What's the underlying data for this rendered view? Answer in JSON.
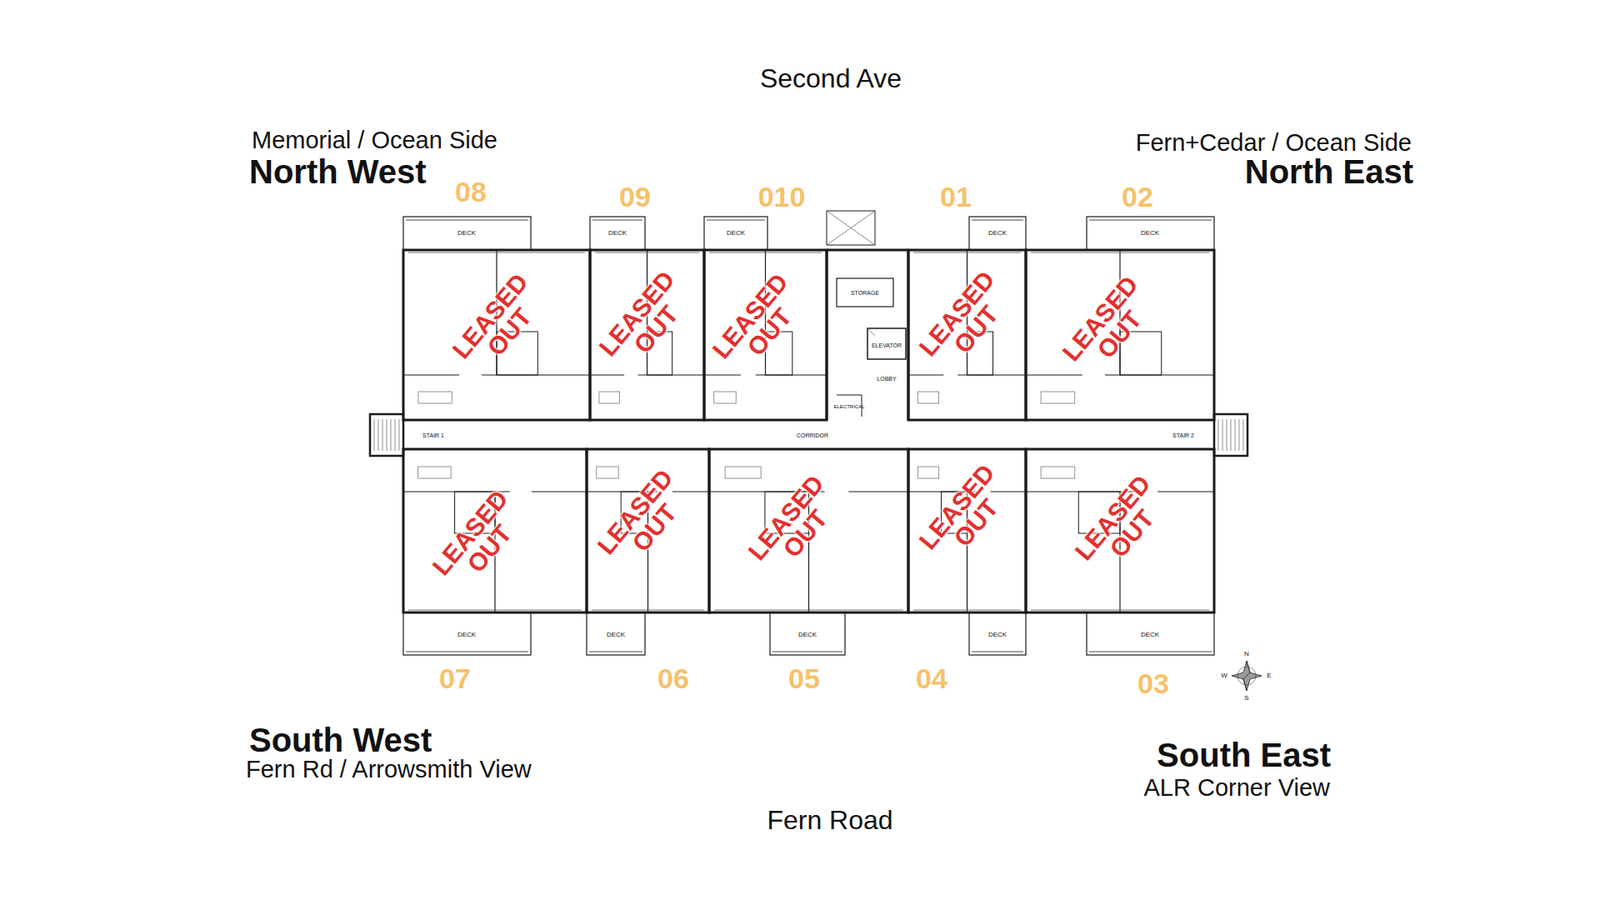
{
  "diagram": {
    "nodes": [
      {
        "text": [
          "08",
          "LEASED OUT"
        ]
      },
      {
        "text": [
          "09",
          "LEASED OUT"
        ]
      },
      {
        "text": [
          "010",
          "LEASED OUT"
        ]
      },
      {
        "text": [
          "01",
          "LEASED OUT"
        ]
      },
      {
        "text": [
          "02",
          "LEASED OUT"
        ]
      },
      {
        "text": [
          "07",
          "LEASED OUT"
        ]
      },
      {
        "text": [
          "06",
          "LEASED OUT"
        ]
      },
      {
        "text": [
          "05",
          "LEASED OUT"
        ]
      },
      {
        "text": [
          "04",
          "LEASED OUT"
        ]
      },
      {
        "text": [
          "03",
          "LEASED OUT"
        ]
      }
    ],
    "labels": [
      "Second Ave",
      "Memorial / Ocean Side",
      "North West",
      "Fern+Cedar / Ocean Side",
      "North East",
      "STORAGE",
      "ELEVATOR",
      "LOBBY",
      "ELECTRICAL",
      "CORRIDOR",
      "STAIR 1",
      "STAIR 2",
      "DECK",
      "DECK",
      "DECK",
      "DECK",
      "DECK",
      "DECK",
      "DECK",
      "DECK",
      "DECK",
      "DECK",
      "South West",
      "Fern Rd / Arrowsmith View",
      "South East",
      "ALR Corner View",
      "Fern Road",
      "N",
      "E",
      "S",
      "W"
    ]
  }
}
